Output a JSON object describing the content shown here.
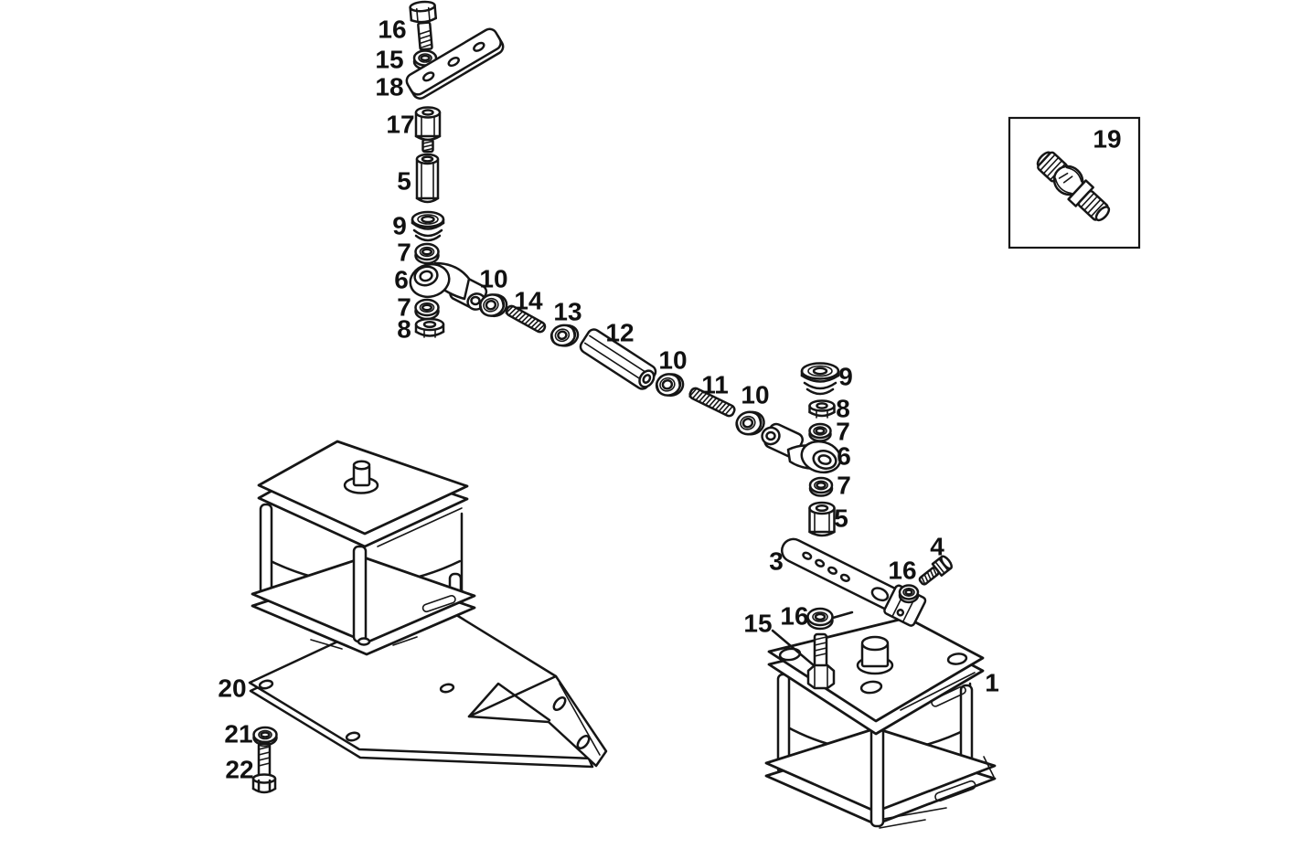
{
  "figure": {
    "type": "exploded-parts-diagram",
    "background_color": "#ffffff",
    "line_color": "#161616"
  },
  "labels": [
    "16",
    "15",
    "18",
    "17",
    "5",
    "9",
    "7",
    "6",
    "7",
    "8",
    "10",
    "14",
    "13",
    "12",
    "10",
    "11",
    "10",
    "9",
    "8",
    "7",
    "6",
    "7",
    "5",
    "3",
    "4",
    "16",
    "16",
    "15",
    "1",
    "20",
    "21",
    "22",
    "19"
  ]
}
